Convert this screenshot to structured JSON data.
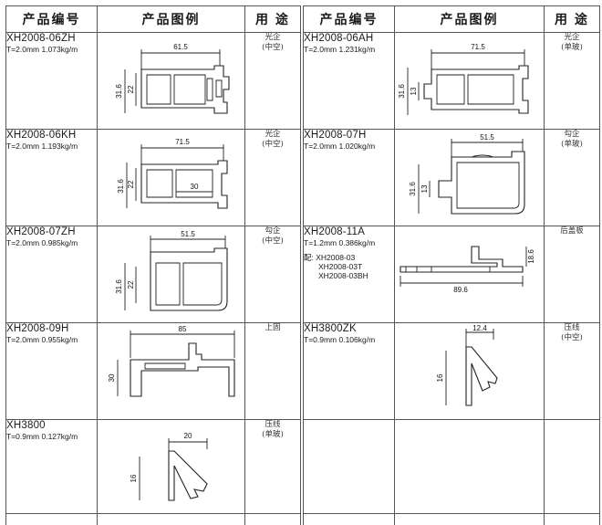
{
  "headers": {
    "code": "产品编号",
    "drawing": "产品图例",
    "usage": "用 途"
  },
  "left": [
    {
      "code": "XH2008-06ZH",
      "spec": "T=2.0mm  1.073kg/m",
      "usage": [
        "光企",
        "(中空)"
      ],
      "dims": [
        "61.5",
        "31.6",
        "22"
      ]
    },
    {
      "code": "XH2008-06KH",
      "spec": "T=2.0mm  1.193kg/m",
      "usage": [
        "光企",
        "(中空)"
      ],
      "dims": [
        "71.5",
        "31.6",
        "22",
        "30"
      ]
    },
    {
      "code": "XH2008-07ZH",
      "spec": "T=2.0mm  0.985kg/m",
      "usage": [
        "勾企",
        "(中空)"
      ],
      "dims": [
        "51.5",
        "31.6",
        "22"
      ]
    },
    {
      "code": "XH2008-09H",
      "spec": "T=2.0mm  0.955kg/m",
      "usage": [
        "上固"
      ],
      "dims": [
        "85",
        "30"
      ]
    },
    {
      "code": "XH3800",
      "spec": "T=0.9mm  0.127kg/m",
      "usage": [
        "压线",
        "(单玻)"
      ],
      "dims": [
        "20",
        "16"
      ]
    }
  ],
  "right": [
    {
      "code": "XH2008-06AH",
      "spec": "T=2.0mm  1.231kg/m",
      "usage": [
        "光企",
        "(单玻)"
      ],
      "dims": [
        "71.5",
        "31.6",
        "13"
      ]
    },
    {
      "code": "XH2008-07H",
      "spec": "T=2.0mm  1.020kg/m",
      "usage": [
        "勾企",
        "(单玻)"
      ],
      "dims": [
        "51.5",
        "31.6",
        "13"
      ]
    },
    {
      "code": "XH2008-11A",
      "spec": "T=1.2mm  0.386kg/m",
      "usage": [
        "后盖板"
      ],
      "dims": [
        "89.6",
        "18.6"
      ],
      "accessories": [
        "配: XH2008-03",
        "XH2008-03T",
        "XH2008-03BH"
      ]
    },
    {
      "code": "XH3800ZK",
      "spec": "T=0.9mm  0.106kg/m",
      "usage": [
        "压线",
        "(中空)"
      ],
      "dims": [
        "12.4",
        "16"
      ]
    },
    {
      "code": "",
      "spec": "",
      "usage": [],
      "dims": []
    }
  ]
}
